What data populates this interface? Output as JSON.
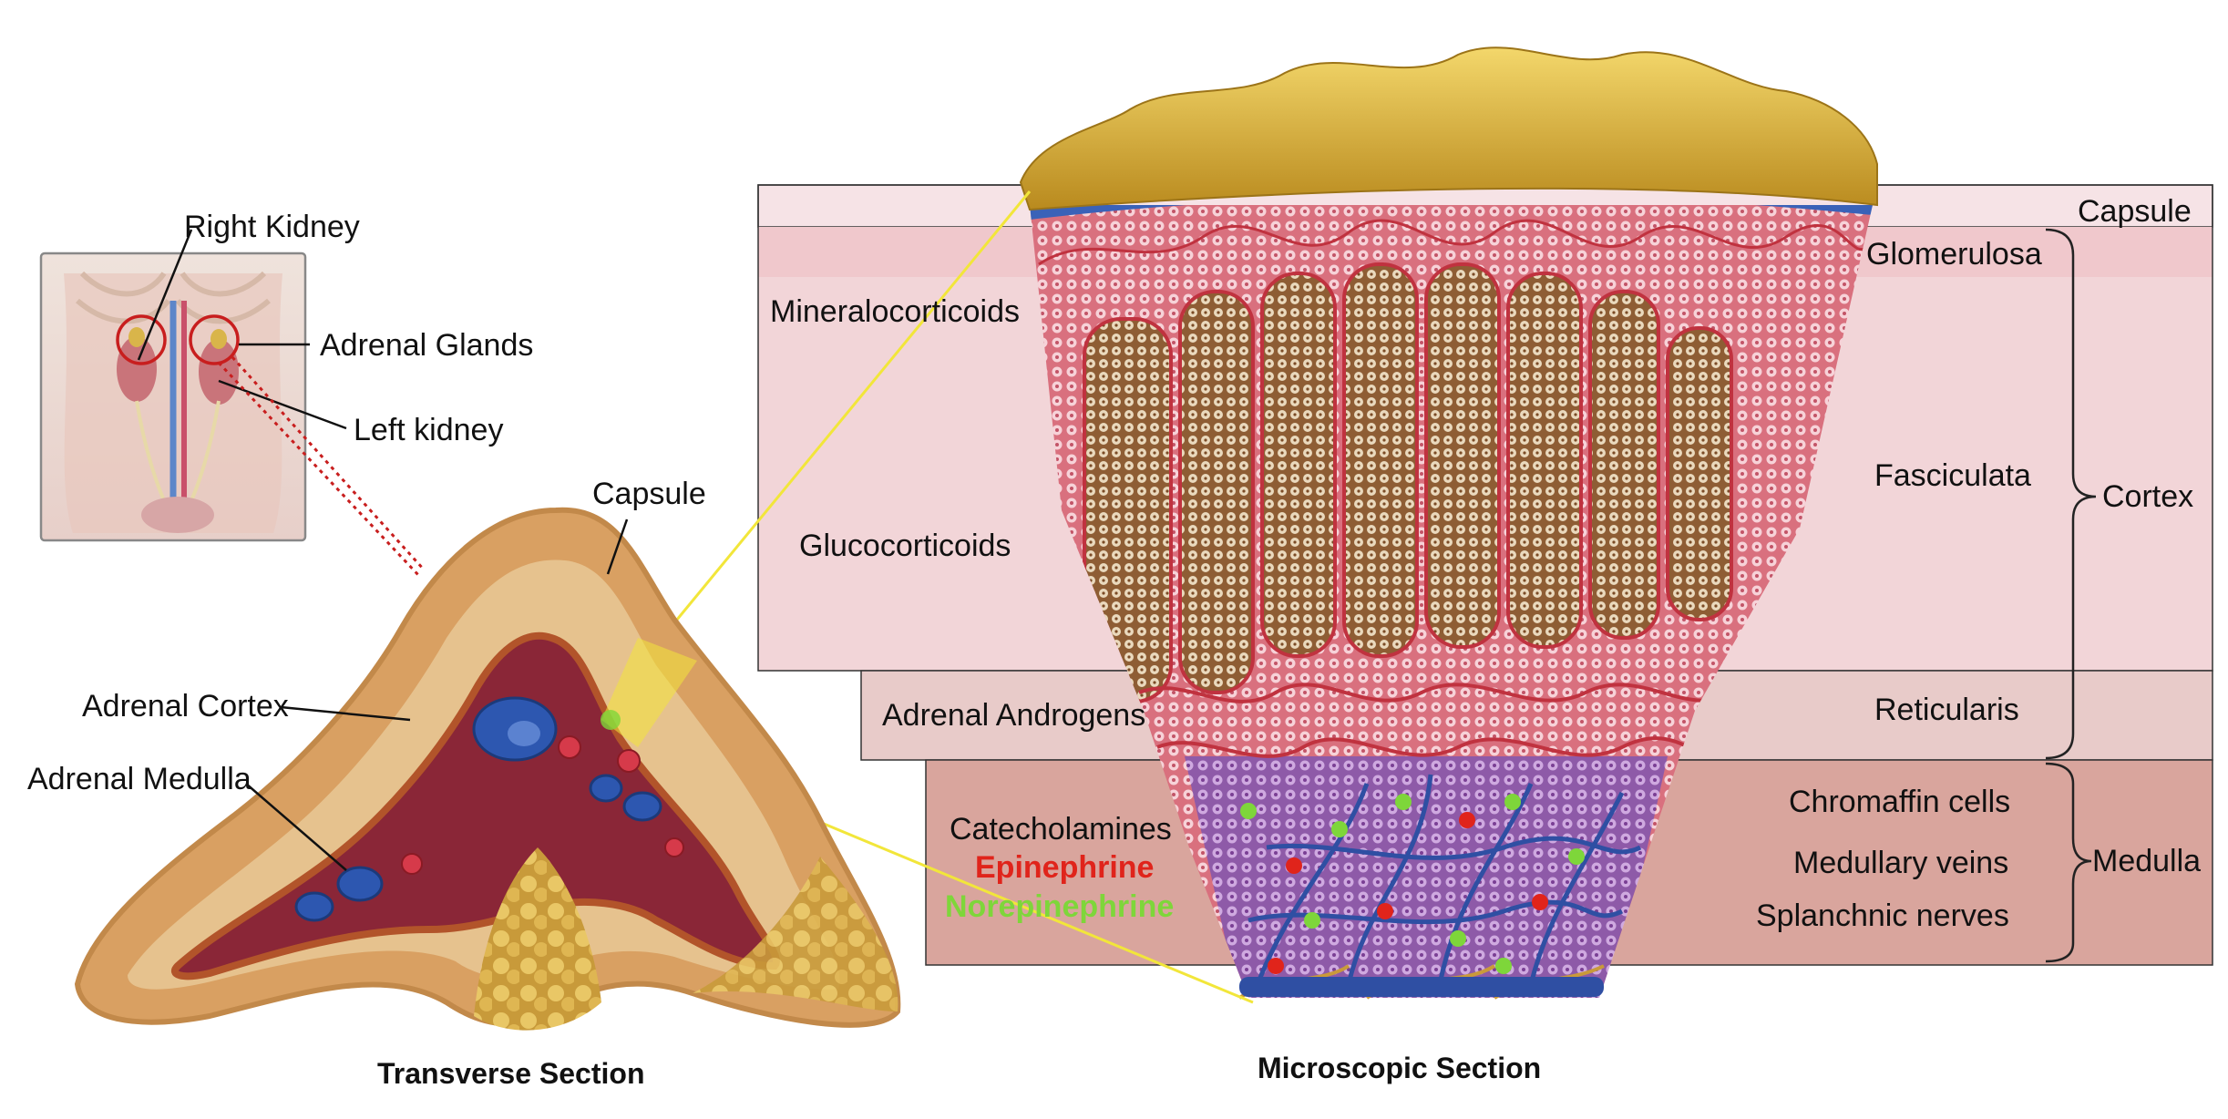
{
  "inset": {
    "right_kidney": "Right Kidney",
    "adrenal_glands": "Adrenal Glands",
    "left_kidney": "Left kidney"
  },
  "transverse": {
    "capsule": "Capsule",
    "adrenal_cortex": "Adrenal Cortex",
    "adrenal_medulla": "Adrenal Medulla",
    "caption": "Transverse Section"
  },
  "microscopic": {
    "caption": "Microscopic Section",
    "hormones": {
      "mineralocorticoids": "Mineralocorticoids",
      "glucocorticoids": "Glucocorticoids",
      "androgens": "Adrenal Androgens",
      "catecholamines": "Catecholamines",
      "epinephrine": "Epinephrine",
      "norepinephrine": "Norepinephrine"
    },
    "zones": {
      "capsule": "Capsule",
      "glomerulosa": "Glomerulosa",
      "fasciculata": "Fasciculata",
      "reticularis": "Reticularis",
      "chromaffin": "Chromaffin cells",
      "medullary_veins": "Medullary veins",
      "splanchnic": "Splanchnic nerves"
    },
    "groups": {
      "cortex": "Cortex",
      "medulla": "Medulla"
    }
  },
  "colors": {
    "capsule_band": "#f6e3e6",
    "glomerulosa_band": "#f0c8cc",
    "fasciculata_band": "#f2d5d8",
    "reticularis_band": "#e8cbc9",
    "medulla_band": "#d9a59d",
    "epinephrine": "#e0241b",
    "norepinephrine": "#7ed63a",
    "pointer_yellow": "#f2e63a",
    "pointer_red": "#c81e1e"
  }
}
